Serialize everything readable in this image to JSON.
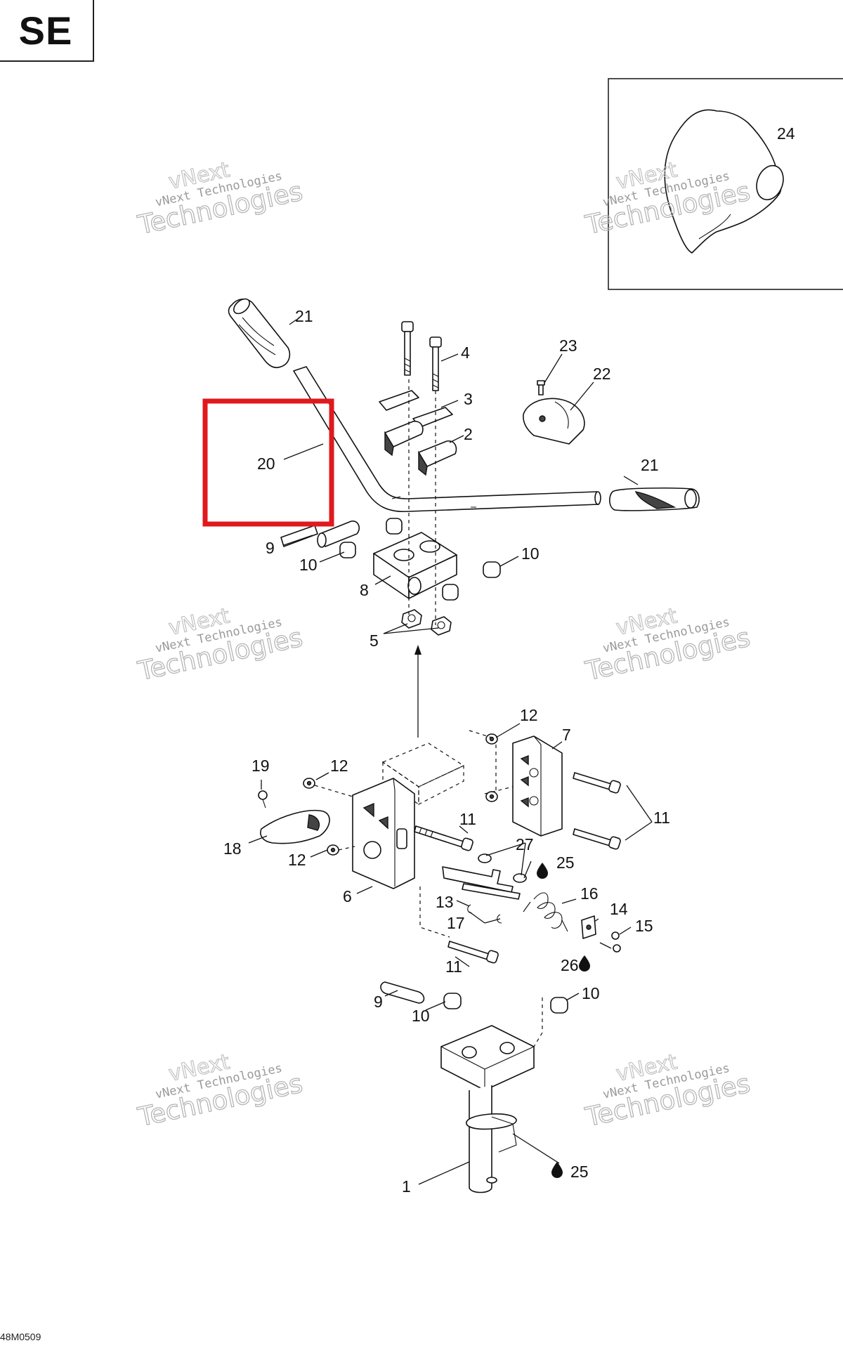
{
  "badge": "SE",
  "figure_code": "48M0509",
  "watermark": {
    "line1": "vNext Technologies",
    "line2": "Technologies",
    "top": "vNext"
  },
  "callouts": [
    {
      "id": "c1",
      "text": "1"
    },
    {
      "id": "c2",
      "text": "2"
    },
    {
      "id": "c3",
      "text": "3"
    },
    {
      "id": "c4",
      "text": "4"
    },
    {
      "id": "c5",
      "text": "5"
    },
    {
      "id": "c6",
      "text": "6"
    },
    {
      "id": "c7",
      "text": "7"
    },
    {
      "id": "c8",
      "text": "8"
    },
    {
      "id": "c9a",
      "text": "9"
    },
    {
      "id": "c9b",
      "text": "9"
    },
    {
      "id": "c10a",
      "text": "10"
    },
    {
      "id": "c10b",
      "text": "10"
    },
    {
      "id": "c10c",
      "text": "10"
    },
    {
      "id": "c10d",
      "text": "10"
    },
    {
      "id": "c11a",
      "text": "11"
    },
    {
      "id": "c11b",
      "text": "11"
    },
    {
      "id": "c11c",
      "text": "11"
    },
    {
      "id": "c12a",
      "text": "12"
    },
    {
      "id": "c12b",
      "text": "12"
    },
    {
      "id": "c12c",
      "text": "12"
    },
    {
      "id": "c13",
      "text": "13"
    },
    {
      "id": "c14",
      "text": "14"
    },
    {
      "id": "c15",
      "text": "15"
    },
    {
      "id": "c16",
      "text": "16"
    },
    {
      "id": "c17",
      "text": "17"
    },
    {
      "id": "c18",
      "text": "18"
    },
    {
      "id": "c19",
      "text": "19"
    },
    {
      "id": "c20",
      "text": "20"
    },
    {
      "id": "c21a",
      "text": "21"
    },
    {
      "id": "c21b",
      "text": "21"
    },
    {
      "id": "c22",
      "text": "22"
    },
    {
      "id": "c23",
      "text": "23"
    },
    {
      "id": "c24",
      "text": "24"
    },
    {
      "id": "c25a",
      "text": "25"
    },
    {
      "id": "c25b",
      "text": "25"
    },
    {
      "id": "c26",
      "text": "26"
    },
    {
      "id": "c27",
      "text": "27"
    }
  ],
  "colors": {
    "ink": "#111111",
    "highlight": "#e0191e",
    "watermark": "#b6b6b6"
  },
  "icons": [
    "lubricant-drop-icon"
  ]
}
